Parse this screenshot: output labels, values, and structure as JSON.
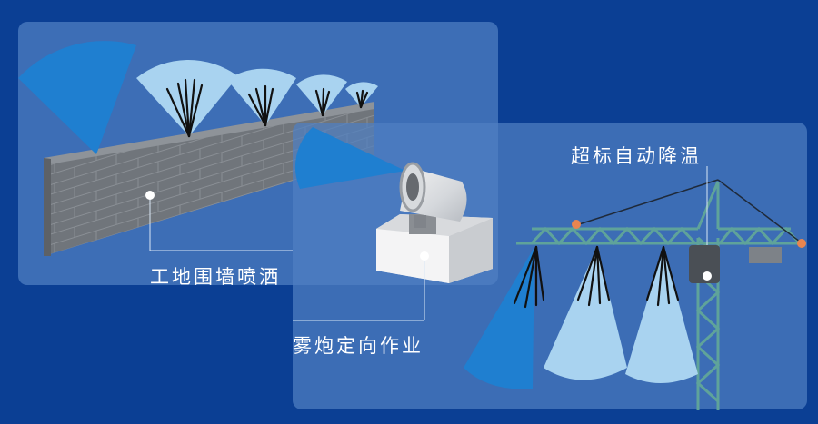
{
  "scenes": {
    "wall_spray": {
      "label": "工地围墙喷洒"
    },
    "fog_cannon": {
      "label": "雾炮定向作业"
    },
    "tower_crane": {
      "label": "超标自动降温"
    }
  },
  "colors": {
    "background": "#0b3f94",
    "panel": "#4f7fc2",
    "spray_dark": "#1f7fd0",
    "spray_light": "#a9d3f0",
    "wall": "#6f7378",
    "crane": "#5fa39a"
  }
}
